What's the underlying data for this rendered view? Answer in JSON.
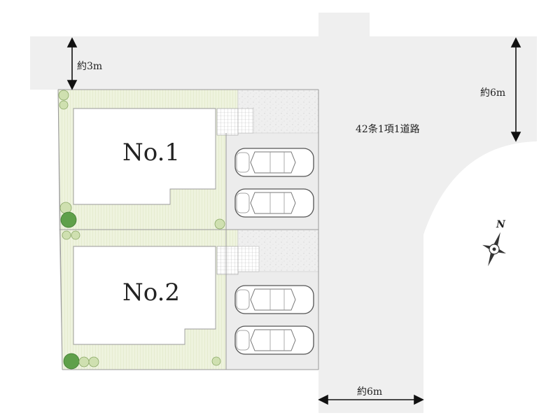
{
  "lots": [
    {
      "label": "No.1"
    },
    {
      "label": "No.2"
    }
  ],
  "dimensions": {
    "top_road_width": "約3m",
    "right_road_width": "約6m",
    "bottom_road_width": "約6m"
  },
  "road_label": "42条1項1道路",
  "compass": {
    "north_label": "N"
  },
  "colors": {
    "road": "#efefef",
    "garden": "#eef3de",
    "house": "#ffffff",
    "parking": "#ededed",
    "gravel": "#efefef",
    "line": "#b5b5b5",
    "tree_dark": "#5fa04a",
    "tree_light": "#cfe0b0"
  }
}
